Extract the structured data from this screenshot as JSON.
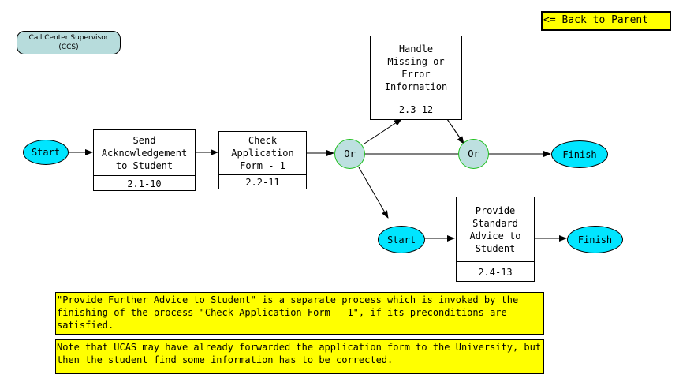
{
  "back_link": "<= Back to Parent",
  "role": {
    "line1": "Call Center Supervisor",
    "line2": "(CCS)"
  },
  "start1": "Start",
  "send_ack": {
    "title": "Send\nAcknowledgement\nto Student",
    "id": "2.1-10"
  },
  "check_form": {
    "title": "Check\nApplication\nForm - 1",
    "id": "2.2-11"
  },
  "or1": "Or",
  "handle_missing": {
    "title": "Handle\nMissing or\nError\nInformation",
    "id": "2.3-12"
  },
  "or2": "Or",
  "finish1": "Finish",
  "start2": "Start",
  "provide_advice": {
    "title": "Provide\nStandard\nAdvice to\nStudent",
    "id": "2.4-13"
  },
  "finish2": "Finish",
  "note1": "\"Provide Further Advice to Student\" is a separate process which is invoked by the finishing of the process \"Check Application Form - 1\", if its preconditions are satisfied.",
  "note2": "Note that UCAS may have already forwarded the application form to the University, but then the student find some information has to be corrected.",
  "colors": {
    "note_bg": "#ffff00",
    "terminal": "#00e5ff",
    "gateway": "#bde0e0",
    "gateway_border": "#1fbf1f",
    "role": "#b7dcdc"
  }
}
